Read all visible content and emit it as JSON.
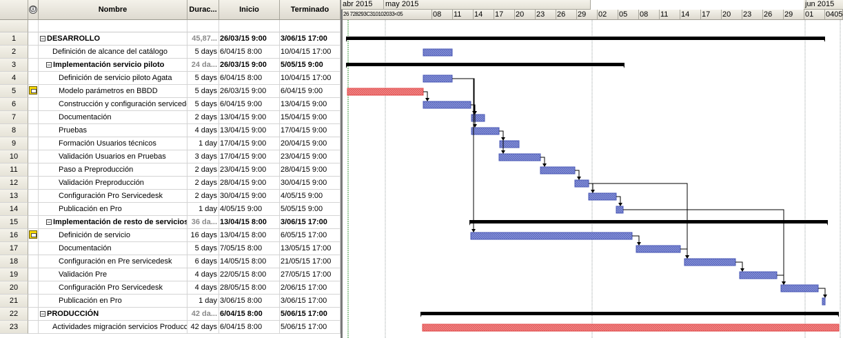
{
  "columns": {
    "id": "",
    "indicators": "ⓘ",
    "name": "Nombre",
    "duration": "Durac...",
    "start": "Inicio",
    "finish": "Terminado"
  },
  "timescale": {
    "months": [
      "abr 2015",
      "may 2015",
      "jun 2015"
    ],
    "days": [
      "26",
      "28",
      "29",
      "31",
      "01",
      "02",
      "03",
      "05",
      "08",
      "11",
      "14",
      "17",
      "20",
      "23",
      "26",
      "29",
      "02",
      "05",
      "08",
      "11",
      "14",
      "17",
      "20",
      "23",
      "26",
      "29",
      "01",
      "04"
    ],
    "days_compressed_label": "26 728293C310102033<05",
    "last_day_label": "0405"
  },
  "colors": {
    "task_bar": "#4a58b6",
    "task_fill": "#8a95d8",
    "critical_bar": "#e24a4a",
    "summary_bar": "#000000",
    "today_line": "#3a9a3a",
    "grid_line": "#9aa0a0"
  },
  "tasks": [
    {
      "id": "1",
      "name": "DESARROLLO",
      "duration": "45,87...",
      "start": "26/03/15 9:00",
      "finish": "3/06/15 17:00",
      "summary": true,
      "level": 0,
      "indicator": ""
    },
    {
      "id": "2",
      "name": "Definición de alcance del catálogo",
      "duration": "5 days",
      "start": "6/04/15 8:00",
      "finish": "10/04/15 17:00",
      "summary": false,
      "level": 1,
      "indicator": ""
    },
    {
      "id": "3",
      "name": "Implementación servicio piloto",
      "duration": "24 da...",
      "start": "26/03/15 9:00",
      "finish": "5/05/15 9:00",
      "summary": true,
      "level": 1,
      "indicator": ""
    },
    {
      "id": "4",
      "name": "Definición de servicio piloto Agata",
      "duration": "5 days",
      "start": "6/04/15 8:00",
      "finish": "10/04/15 17:00",
      "summary": false,
      "level": 2,
      "indicator": ""
    },
    {
      "id": "5",
      "name": "Modelo parámetros en BBDD",
      "duration": "5 days",
      "start": "26/03/15 9:00",
      "finish": "6/04/15 9:00",
      "summary": false,
      "level": 2,
      "indicator": "note-icon"
    },
    {
      "id": "6",
      "name": "Construcción y configuración servicedesk",
      "duration": "5 days",
      "start": "6/04/15 9:00",
      "finish": "13/04/15 9:00",
      "summary": false,
      "level": 2,
      "indicator": ""
    },
    {
      "id": "7",
      "name": "Documentación",
      "duration": "2 days",
      "start": "13/04/15 9:00",
      "finish": "15/04/15 9:00",
      "summary": false,
      "level": 2,
      "indicator": ""
    },
    {
      "id": "8",
      "name": "Pruebas",
      "duration": "4 days",
      "start": "13/04/15 9:00",
      "finish": "17/04/15 9:00",
      "summary": false,
      "level": 2,
      "indicator": ""
    },
    {
      "id": "9",
      "name": "Formación Usuarios técnicos",
      "duration": "1 day",
      "start": "17/04/15 9:00",
      "finish": "20/04/15 9:00",
      "summary": false,
      "level": 2,
      "indicator": ""
    },
    {
      "id": "10",
      "name": "Validación Usuarios en Pruebas",
      "duration": "3 days",
      "start": "17/04/15 9:00",
      "finish": "23/04/15 9:00",
      "summary": false,
      "level": 2,
      "indicator": ""
    },
    {
      "id": "11",
      "name": "Paso a Preproducción",
      "duration": "2 days",
      "start": "23/04/15 9:00",
      "finish": "28/04/15 9:00",
      "summary": false,
      "level": 2,
      "indicator": ""
    },
    {
      "id": "12",
      "name": "Validación Preproducción",
      "duration": "2 days",
      "start": "28/04/15 9:00",
      "finish": "30/04/15 9:00",
      "summary": false,
      "level": 2,
      "indicator": ""
    },
    {
      "id": "13",
      "name": "Configuración Pro Servicedesk",
      "duration": "2 days",
      "start": "30/04/15 9:00",
      "finish": "4/05/15 9:00",
      "summary": false,
      "level": 2,
      "indicator": ""
    },
    {
      "id": "14",
      "name": "Publicación en Pro",
      "duration": "1 day",
      "start": "4/05/15 9:00",
      "finish": "5/05/15 9:00",
      "summary": false,
      "level": 2,
      "indicator": ""
    },
    {
      "id": "15",
      "name": "Implementación de resto de servicios",
      "duration": "36 da...",
      "start": "13/04/15 8:00",
      "finish": "3/06/15 17:00",
      "summary": true,
      "level": 1,
      "indicator": ""
    },
    {
      "id": "16",
      "name": "Definición de servicio",
      "duration": "16 days",
      "start": "13/04/15 8:00",
      "finish": "6/05/15 17:00",
      "summary": false,
      "level": 2,
      "indicator": "note-icon"
    },
    {
      "id": "17",
      "name": "Documentación",
      "duration": "5 days",
      "start": "7/05/15 8:00",
      "finish": "13/05/15 17:00",
      "summary": false,
      "level": 2,
      "indicator": ""
    },
    {
      "id": "18",
      "name": "Configuración en Pre servicedesk",
      "duration": "6 days",
      "start": "14/05/15 8:00",
      "finish": "21/05/15 17:00",
      "summary": false,
      "level": 2,
      "indicator": ""
    },
    {
      "id": "19",
      "name": "Validación Pre",
      "duration": "4 days",
      "start": "22/05/15 8:00",
      "finish": "27/05/15 17:00",
      "summary": false,
      "level": 2,
      "indicator": ""
    },
    {
      "id": "20",
      "name": "Configuración Pro Servicedesk",
      "duration": "4 days",
      "start": "28/05/15 8:00",
      "finish": "2/06/15 17:00",
      "summary": false,
      "level": 2,
      "indicator": ""
    },
    {
      "id": "21",
      "name": "Publicación en Pro",
      "duration": "1 day",
      "start": "3/06/15 8:00",
      "finish": "3/06/15 17:00",
      "summary": false,
      "level": 2,
      "indicator": ""
    },
    {
      "id": "22",
      "name": "PRODUCCIÓN",
      "duration": "42 da...",
      "start": "6/04/15 8:00",
      "finish": "5/06/15 17:00",
      "summary": true,
      "level": 0,
      "indicator": ""
    },
    {
      "id": "23",
      "name": "Actividades migración servicios Producción",
      "duration": "42 days",
      "start": "6/04/15 8:00",
      "finish": "5/06/15 17:00",
      "summary": false,
      "level": 1,
      "indicator": ""
    }
  ]
}
